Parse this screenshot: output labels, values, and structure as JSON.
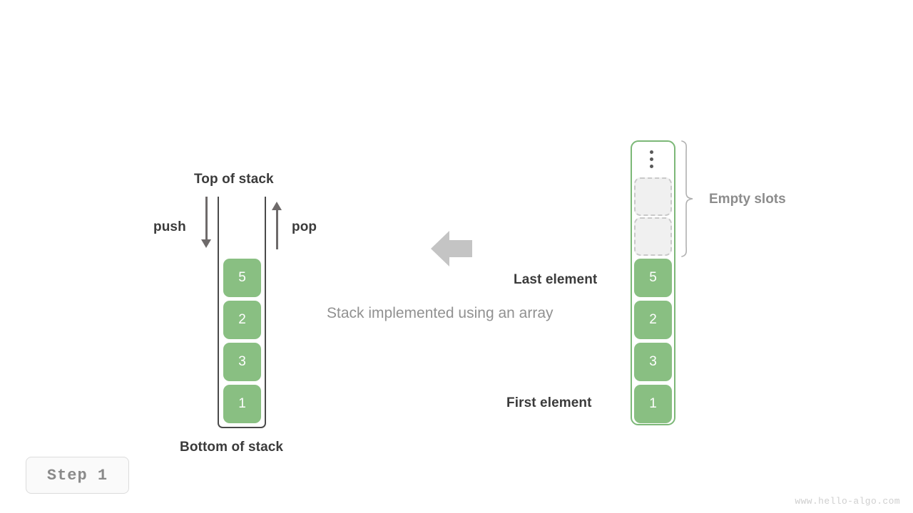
{
  "diagram": {
    "caption": "Stack implemented using an array",
    "step_badge": "Step 1",
    "watermark": "www.hello-algo.com",
    "accent_green": "#89bf82",
    "accent_green_border": "#7cb877",
    "arrow_gray": "#c4c4c4",
    "text_dark": "#3b3b3b",
    "text_gray": "#8c8c8c"
  },
  "left_stack": {
    "top_label": "Top of stack",
    "bottom_label": "Bottom of stack",
    "push_label": "push",
    "pop_label": "pop",
    "cells": [
      {
        "value": "5"
      },
      {
        "value": "2"
      },
      {
        "value": "3"
      },
      {
        "value": "1"
      }
    ]
  },
  "right_array": {
    "empty_slots_label": "Empty slots",
    "last_element_label": "Last element",
    "first_element_label": "First element",
    "ellipsis_icon": "vertical-dots-icon",
    "empty_slot_count": 2,
    "cells": [
      {
        "value": "5"
      },
      {
        "value": "2"
      },
      {
        "value": "3"
      },
      {
        "value": "1"
      }
    ]
  },
  "chart_data": {
    "type": "diagram",
    "title": "Stack implemented using an array",
    "left_stack_values": [
      "5",
      "2",
      "3",
      "1"
    ],
    "right_array_values": [
      "5",
      "2",
      "3",
      "1"
    ],
    "right_array_empty_slots": 2,
    "annotations": [
      "Top of stack",
      "Bottom of stack",
      "push",
      "pop",
      "Empty slots",
      "Last element",
      "First element"
    ]
  }
}
